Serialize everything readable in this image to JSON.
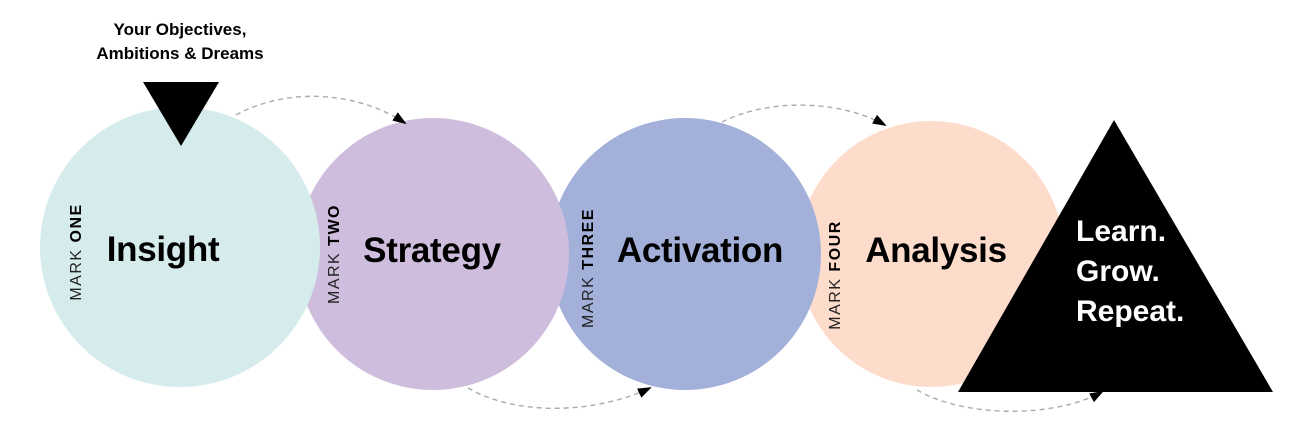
{
  "top_label": [
    "Your Objectives,",
    "Ambitions & Dreams"
  ],
  "stages": [
    {
      "mark_prefix": "MARK",
      "mark_word": "ONE",
      "title": "Insight",
      "color": "#d6ecec"
    },
    {
      "mark_prefix": "MARK",
      "mark_word": "TWO",
      "title": "Strategy",
      "color": "#cfbddd"
    },
    {
      "mark_prefix": "MARK",
      "mark_word": "THREE",
      "title": "Activation",
      "color": "#a3b0da"
    },
    {
      "mark_prefix": "MARK",
      "mark_word": "FOUR",
      "title": "Analysis",
      "color": "#fddccc"
    }
  ],
  "final_lines": [
    "Learn.",
    "Grow.",
    "Repeat."
  ],
  "colors": {
    "triangle": "#000000",
    "arrow": "#aaaaaa",
    "text": "#000000"
  }
}
